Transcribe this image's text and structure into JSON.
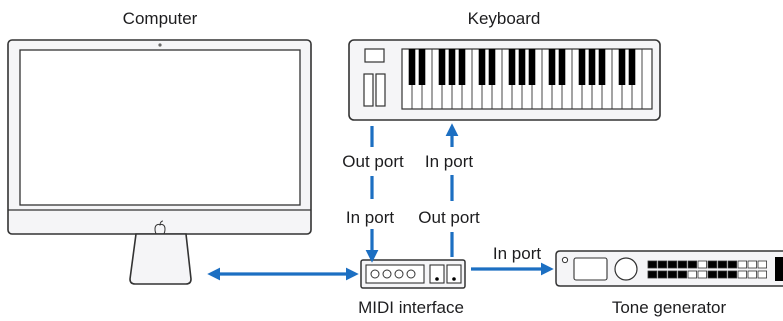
{
  "labels": {
    "computer": "Computer",
    "keyboard": "Keyboard",
    "midi_interface": "MIDI interface",
    "tone_generator": "Tone generator",
    "kb_out_port": "Out port",
    "kb_in_port": "In port",
    "midi_in_port": "In port",
    "midi_out_port": "Out port",
    "tone_in_port": "In port"
  },
  "colors": {
    "arrow": "#1c6fc2",
    "outline": "#333333",
    "device_fill": "#f5f5f7",
    "key_black": "#000000"
  },
  "icons": {
    "computer_logo": "apple-logo-icon"
  }
}
